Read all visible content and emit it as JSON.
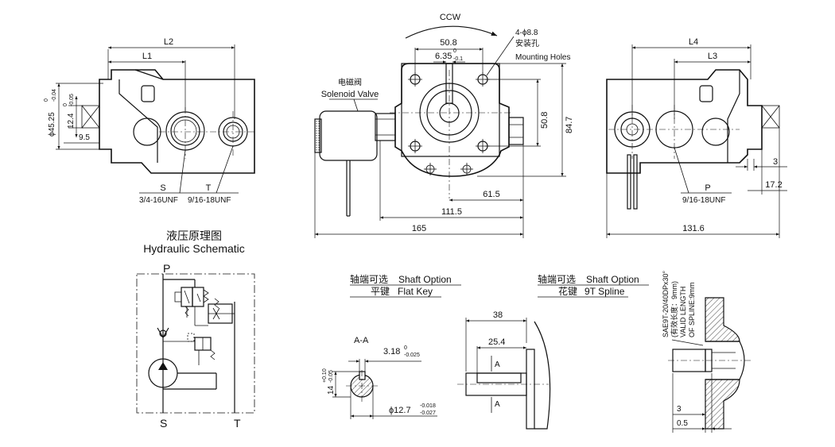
{
  "left_view": {
    "dim_l2": "L2",
    "dim_l1": "L1",
    "dim_shaft_dia": "ϕ45.25",
    "dim_shaft_dia_tol_upper": "0",
    "dim_shaft_dia_tol_lower": "-0.04",
    "dim_key": "12.4",
    "dim_key_tol_upper": "0",
    "dim_key_tol_lower": "-0.05",
    "dim_small": "9.5",
    "port_s_label": "S",
    "port_t_label": "T",
    "port_s_thread": "3/4-16UNF",
    "port_t_thread": "9/16-18UNF"
  },
  "front_view": {
    "rotation": "CCW",
    "holes_count": "4-ϕ8.8",
    "holes_cn": "安装孔",
    "holes_en": "Mounting Holes",
    "dim_50_8_top": "50.8",
    "dim_6_35": "6.35",
    "dim_6_35_tol_upper": "0",
    "dim_6_35_tol_lower": "-0.1",
    "solenoid_cn": "电磁阀",
    "solenoid_en": "Solenoid Valve",
    "dim_50_8_side": "50.8",
    "dim_84_7": "84.7",
    "dim_61_5": "61.5",
    "dim_111_5": "111.5",
    "dim_165": "165"
  },
  "right_view": {
    "dim_l4": "L4",
    "dim_l3": "L3",
    "dim_3": "3",
    "dim_17_2": "17.2",
    "port_p_label": "P",
    "port_p_thread": "9/16-18UNF",
    "dim_131_6": "131.6"
  },
  "schematic": {
    "title_cn": "液压原理图",
    "title_en": "Hydraulic Schematic",
    "port_p": "P",
    "port_s": "S",
    "port_t": "T"
  },
  "flat_key": {
    "heading_cn": "轴端可选",
    "heading_en": "Shaft Option",
    "sub_cn": "平键",
    "sub_en": "Flat Key",
    "section_label": "A-A",
    "dim_width": "3.18",
    "dim_width_tol_upper": "0",
    "dim_width_tol_lower": "-0.025",
    "dim_height": "14",
    "dim_height_tol_upper": "+0.10",
    "dim_height_tol_lower": "-0.05",
    "dim_dia": "ϕ12.7",
    "dim_dia_tol_upper": "-0.018",
    "dim_dia_tol_lower": "-0.027",
    "dim_38": "38",
    "dim_25_4": "25.4",
    "section_mark": "A"
  },
  "spline": {
    "heading_cn": "轴端可选",
    "heading_en": "Shaft Option",
    "sub_cn": "花键",
    "sub_en": "9T Spline",
    "spec_line1": "SAE9T-20/40DPx30°",
    "spec_line2": "(有效长度：9mm)",
    "spec_line3": "VALID LENGTH",
    "spec_line4": "OF SPLINE:9mm",
    "dim_3": "3",
    "dim_0_5": "0.5"
  }
}
